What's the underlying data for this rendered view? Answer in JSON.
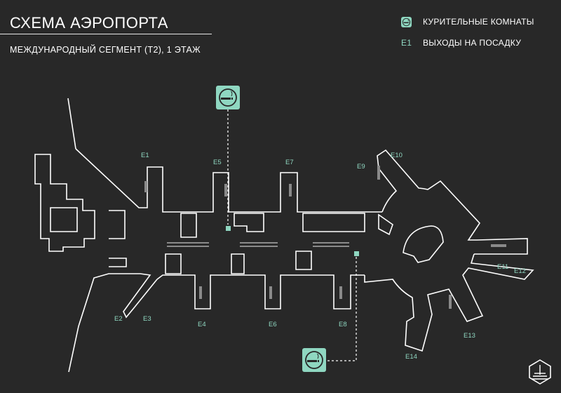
{
  "header": {
    "title": "СХЕМА АЭРОПОРТА",
    "subtitle": "МЕЖДУНАРОДНЫЙ СЕГМЕНТ (Т2), 1 ЭТАЖ"
  },
  "legend": {
    "smoking_label": "КУРИТЕЛЬНЫЕ КОМНАТЫ",
    "gate_code": "E1",
    "gates_label": "ВЫХОДЫ НА ПОСАДКУ"
  },
  "gates": {
    "e1": "E1",
    "e2": "E2",
    "e3": "E3",
    "e4": "E4",
    "e5": "E5",
    "e6": "E6",
    "e7": "E7",
    "e8": "E8",
    "e9": "E9",
    "e10": "E10",
    "e11": "E11",
    "e12": "E12",
    "e13": "E13",
    "e14": "E14"
  },
  "colors": {
    "background": "#282828",
    "accent": "#8fd7c1",
    "lines": "#ffffff"
  },
  "icons": {
    "smoking": "smoking-room-icon",
    "logo": "airport-logo-icon"
  }
}
